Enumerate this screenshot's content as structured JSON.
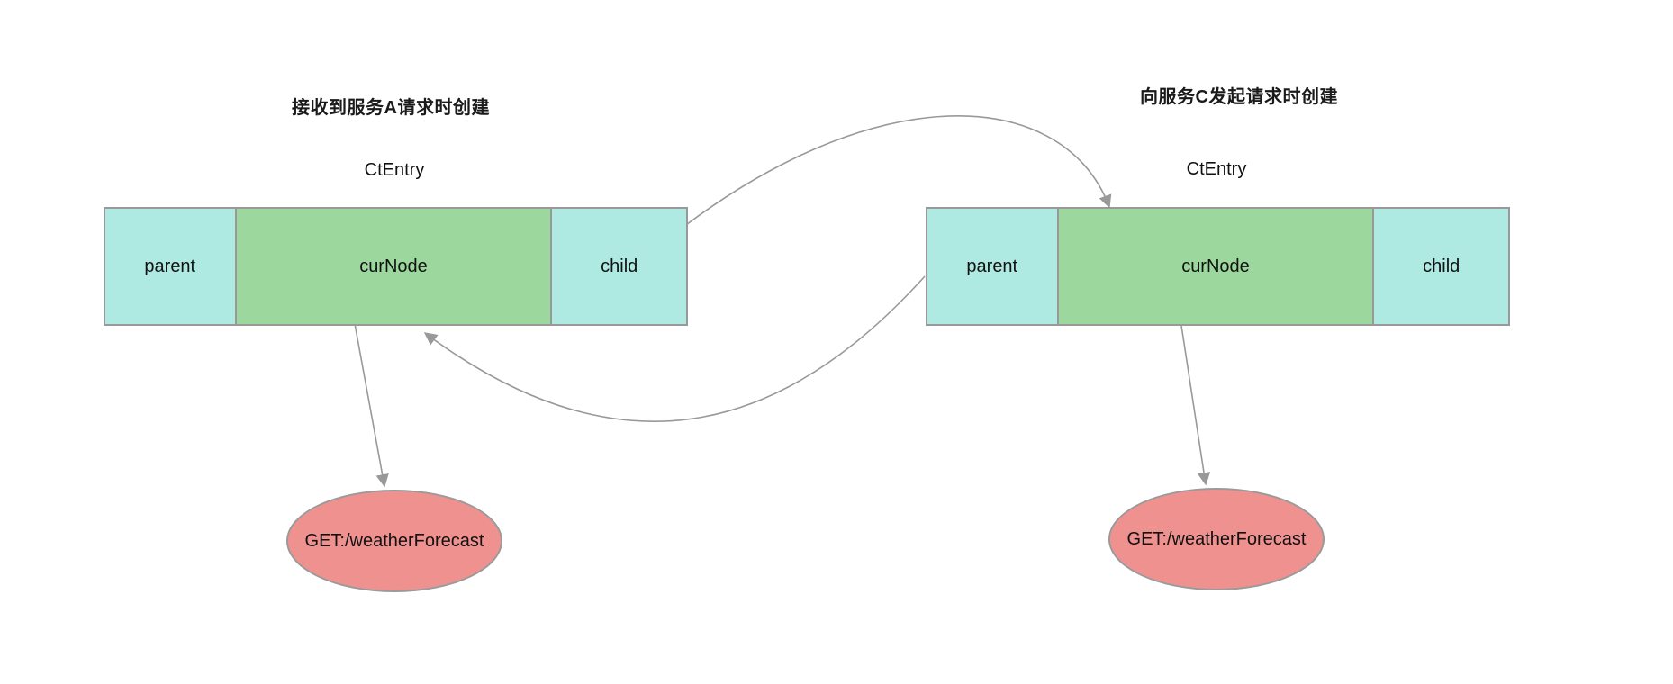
{
  "diagram": {
    "left": {
      "annotation": "接收到服务A请求时创建",
      "title": "CtEntry",
      "cells": {
        "parent": "parent",
        "curnode": "curNode",
        "child": "child"
      },
      "request_node": "GET:/weatherForecast"
    },
    "right": {
      "annotation": "向服务C发起请求时创建",
      "title": "CtEntry",
      "cells": {
        "parent": "parent",
        "curnode": "curNode",
        "child": "child"
      },
      "request_node": "GET:/weatherForecast"
    },
    "arrows": [
      {
        "name": "left-curnode-to-left-request",
        "from": "left CtEntry curNode",
        "to": "left GET:/weatherForecast ellipse"
      },
      {
        "name": "right-curnode-to-right-request",
        "from": "right CtEntry curNode",
        "to": "right GET:/weatherForecast ellipse"
      },
      {
        "name": "left-child-to-right-entry",
        "from": "left CtEntry child",
        "to": "right CtEntry top"
      },
      {
        "name": "right-parent-to-left-entry",
        "from": "right CtEntry parent",
        "to": "left CtEntry bottom"
      }
    ]
  },
  "colors": {
    "background": "#ffffff",
    "cell_cyan": "#aeeae1",
    "cell_green": "#9cd89e",
    "ellipse_red": "#ef928f",
    "border_gray": "#999999",
    "arrow_gray": "#999999",
    "text": "#111111"
  }
}
